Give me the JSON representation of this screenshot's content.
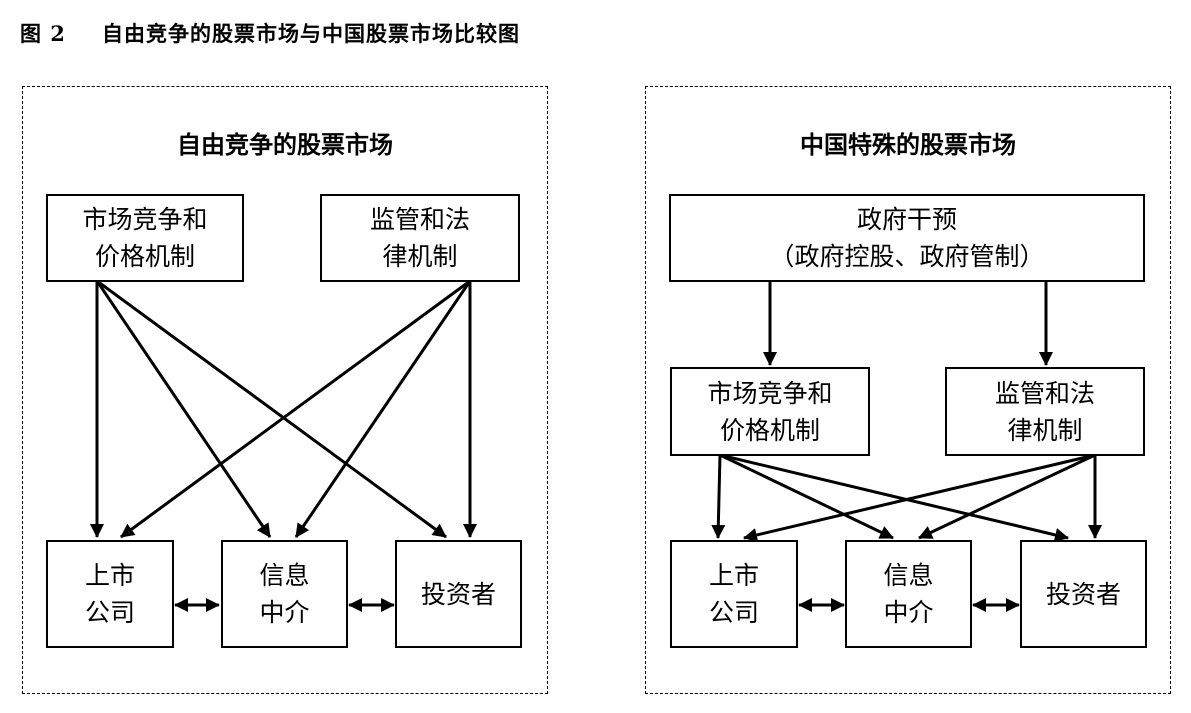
{
  "figure": {
    "number": "图 2",
    "caption": "自由竞争的股票市场与中国股票市场比较图"
  },
  "left_panel": {
    "title": "自由竞争的股票市场",
    "market_box": [
      "市场竞争和",
      "价格机制"
    ],
    "regulation_box": [
      "监管和法",
      "律机制"
    ],
    "company_box": [
      "上市",
      "公司"
    ],
    "intermediary_box": [
      "信息",
      "中介"
    ],
    "investor_box": [
      "投资者"
    ]
  },
  "right_panel": {
    "title": "中国特殊的股票市场",
    "government_box": [
      "政府干预",
      "（政府控股、政府管制）"
    ],
    "market_box": [
      "市场竞争和",
      "价格机制"
    ],
    "regulation_box": [
      "监管和法",
      "律机制"
    ],
    "company_box": [
      "上市",
      "公司"
    ],
    "intermediary_box": [
      "信息",
      "中介"
    ],
    "investor_box": [
      "投资者"
    ]
  }
}
